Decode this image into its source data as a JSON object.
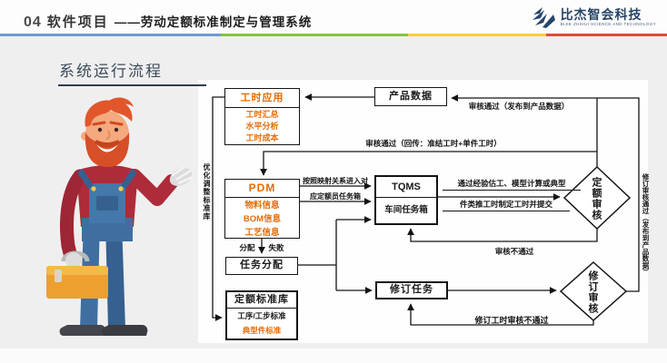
{
  "header": {
    "num": "04",
    "title": "软件项目",
    "subtitle": "——劳动定额标准制定与管理系统",
    "logo_name": "比杰智会科技",
    "logo_tagline": "BIJIE ZHIHUI SCIENCE AND TECHNOLOGY",
    "rule_colors": [
      "#6b9bd2",
      "#84c441",
      "#ffc93c",
      "#df4a3e"
    ]
  },
  "section": {
    "title": "系统运行流程"
  },
  "flowchart": {
    "boxes": {
      "hours_app": {
        "title": "工时应用",
        "items": [
          "工时汇总",
          "水平分析",
          "工时成本"
        ]
      },
      "product_data": {
        "title": "产品数据"
      },
      "pdm": {
        "title": "PDM",
        "items": [
          "物料信息",
          "BOM信息",
          "工艺信息"
        ]
      },
      "tqms": {
        "title": "TQMS",
        "items": [
          "车间任务箱"
        ]
      },
      "task_assign": {
        "title": "任务分配"
      },
      "quota_lib": {
        "title": "定额标准库",
        "items": [
          "工序/工步标准",
          "典型件标准"
        ]
      },
      "revise_task": {
        "title": "修订任务"
      },
      "quota_review": {
        "title": "定额审核"
      },
      "revise_review": {
        "title": "修订审核"
      }
    },
    "labels": {
      "publish": "审核通过（发布到产品数据）",
      "return_hours": "审核通过（回传：准结工时+单件工时）",
      "mapping1": "按照映射关系进入对",
      "mapping2": "应定额员任务箱",
      "estimate1": "通过经验估工、模型计算或典型",
      "estimate2": "件类推工时制定工时并提交",
      "reject": "审核不通过",
      "revise_reject": "修订工时审核不通过",
      "assign": "分配",
      "fail": "失败",
      "optimize_vertical": "优化调整标准库",
      "revise_publish_vertical": "修订审核通过（发布到产品数据）"
    },
    "colors": {
      "accent_orange": "#e36c09",
      "wire": "#141414"
    }
  }
}
